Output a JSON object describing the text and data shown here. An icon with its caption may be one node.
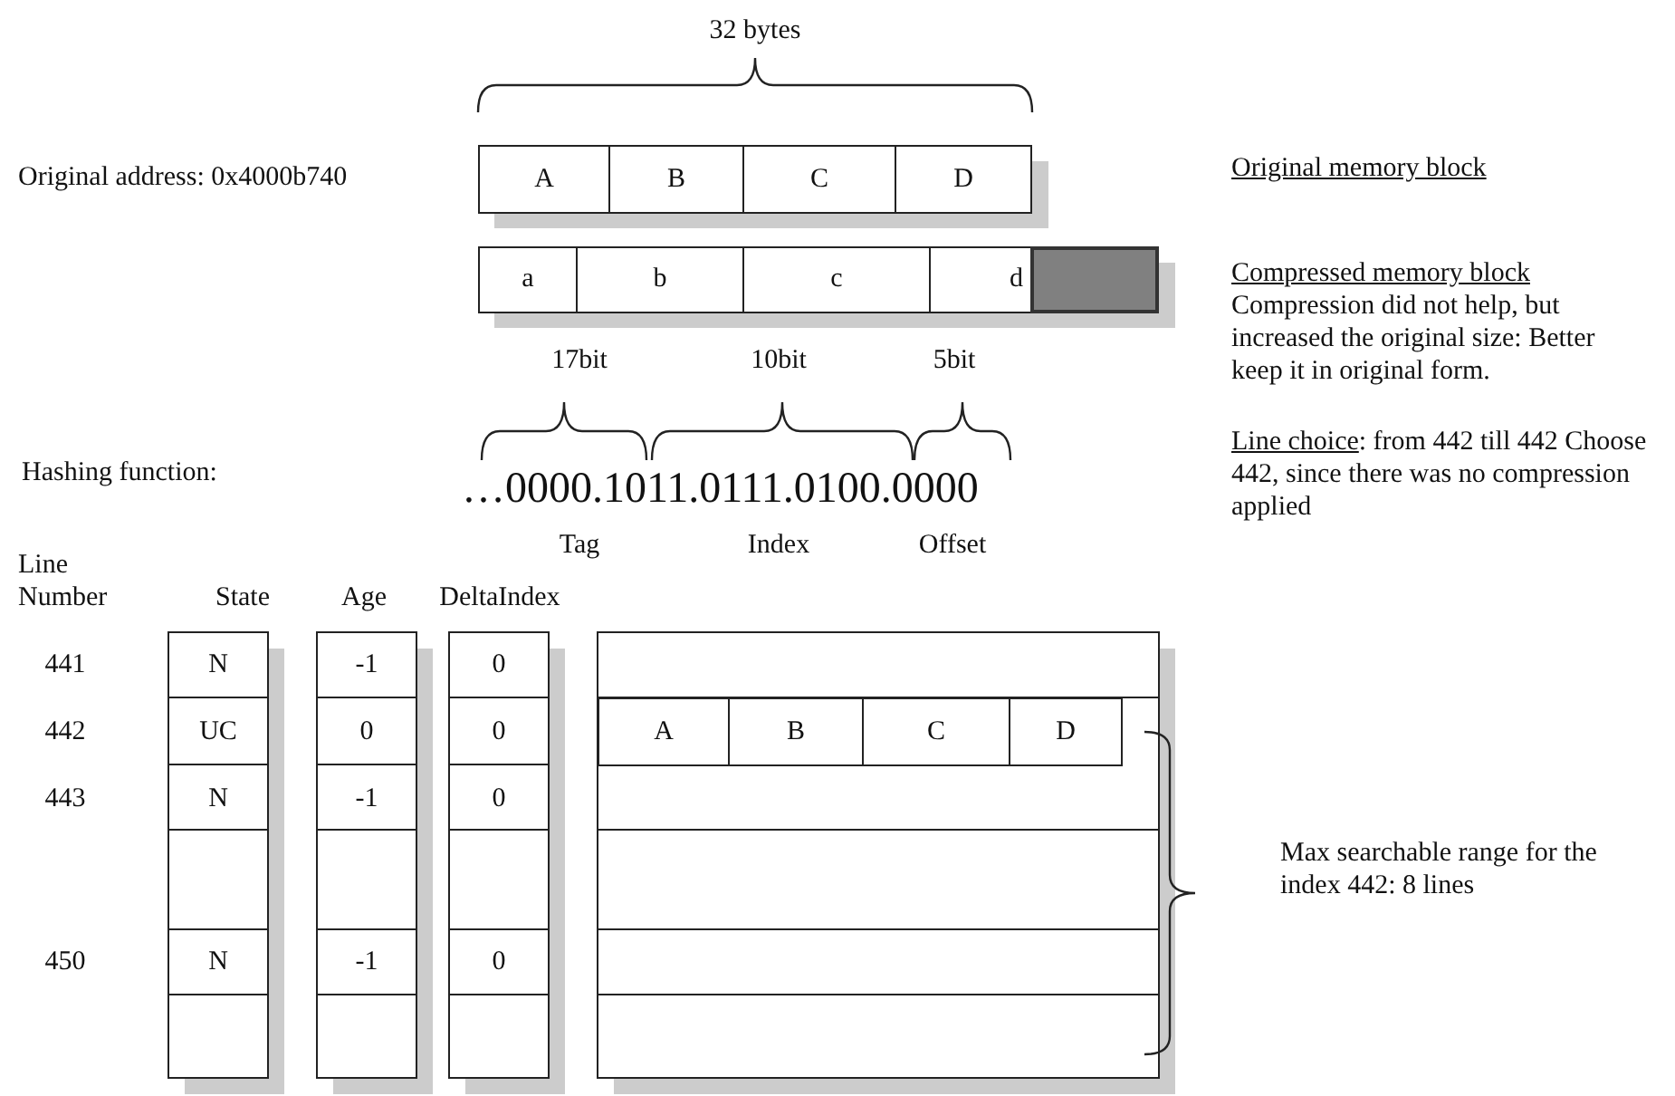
{
  "diagram": {
    "nodes": [
      {
        "text": [
          "A"
        ]
      },
      {
        "text": [
          "B"
        ]
      },
      {
        "text": [
          "C"
        ]
      },
      {
        "text": [
          "D"
        ]
      },
      {
        "text": [
          "a"
        ]
      },
      {
        "text": [
          "b"
        ]
      },
      {
        "text": [
          "c"
        ]
      },
      {
        "text": [
          "d"
        ]
      },
      {
        "text": [],
        "shape": "box"
      },
      {
        "text": [
          "A"
        ]
      },
      {
        "text": [
          "B"
        ]
      },
      {
        "text": [
          "C"
        ]
      },
      {
        "text": [
          "D"
        ]
      }
    ],
    "labels": [
      "32 bytes",
      "Original address:  0x4000b740",
      "Original memory block",
      "Compressed memory block",
      "Compression did not help, but increased the original size: Better keep it in original form.",
      "17bit",
      "10bit",
      "5bit",
      "Hashing function:",
      "…0000.1011.0111.0100.0000",
      "Line choice: from 442 till 442 Choose 442, since there was no compression applied",
      "Tag",
      "Index",
      "Offset",
      "Line Number",
      "State",
      "Age",
      "DeltaIndex",
      "441",
      "N",
      "-1",
      "0",
      "442",
      "UC",
      "0",
      "0",
      "443",
      "N",
      "-1",
      "0",
      "Max searchable range for the index 442: 8 lines",
      "450",
      "N",
      "-1",
      "0"
    ]
  }
}
